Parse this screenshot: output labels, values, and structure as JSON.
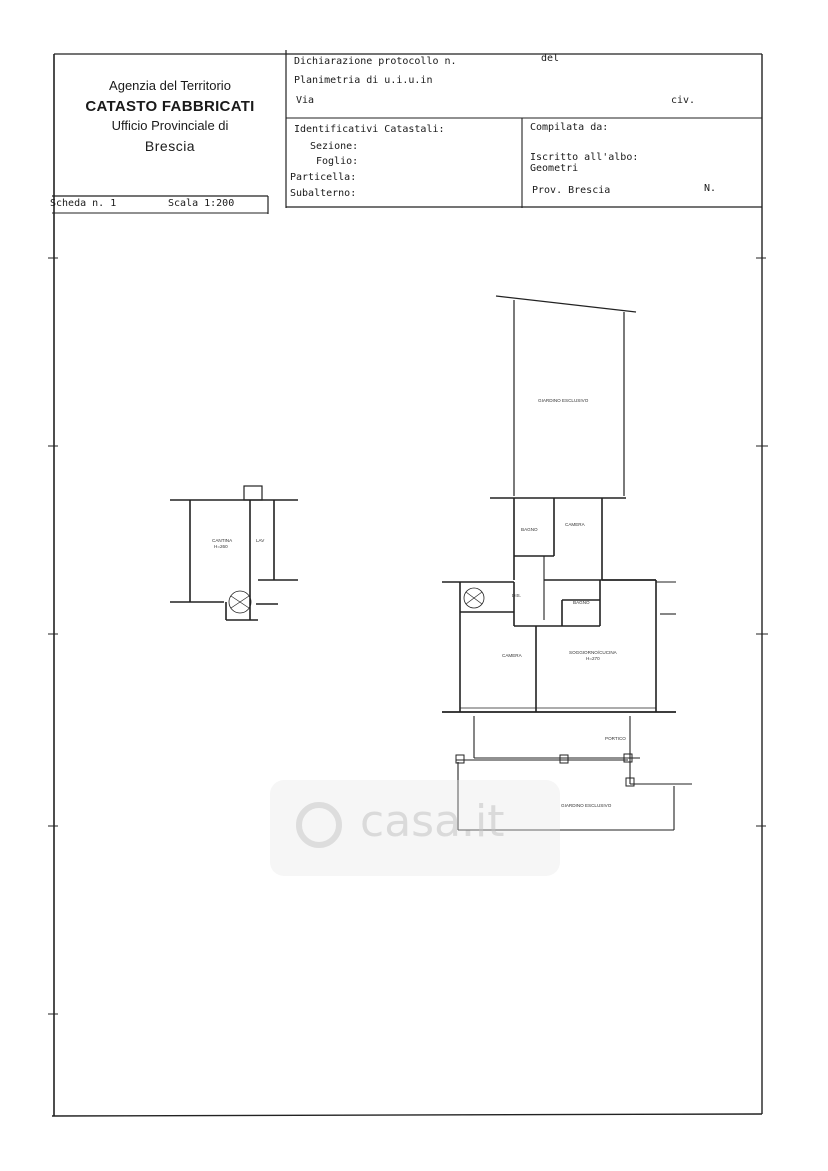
{
  "office": {
    "line1": "Agenzia del Territorio",
    "line2": "CATASTO FABBRICATI",
    "line3": "Ufficio Provinciale di",
    "line4": "Brescia"
  },
  "header": {
    "protocol": "Dichiarazione protocollo n.",
    "del": "del",
    "planimetria": "Planimetria di u.i.u.in",
    "via": "Via",
    "civ": "civ."
  },
  "identifiers": {
    "title": "Identificativi Catastali:",
    "sezione": "Sezione:",
    "foglio": "Foglio:",
    "particella": "Particella:",
    "subalterno": "Subalterno:"
  },
  "compiler": {
    "compilata": "Compilata da:",
    "iscritto": "Iscritto all'albo:",
    "albo_value": "Geometri",
    "prov": "Prov. Brescia",
    "numero": "N."
  },
  "sheet": {
    "scheda": "Scheda n. 1",
    "scala": "Scala 1:200"
  },
  "rooms": {
    "giardino_top": "GIARDINO ESCLUSIVO",
    "bagno_1": "BAGNO",
    "camera_1": "CAMERA",
    "dis": "DIS.",
    "bagno_2": "BAGNO",
    "camera_2": "CAMERA",
    "soggiorno": "SOGGIORNO/CUCINA",
    "soggiorno_h": "H=270",
    "portico": "PORTICO",
    "giardino_bottom": "GIARDINO ESCLUSIVO",
    "cantina": "CANTINA",
    "cantina_h": "H=260",
    "lav": "LAV"
  },
  "watermark": {
    "text": "casa.it"
  }
}
